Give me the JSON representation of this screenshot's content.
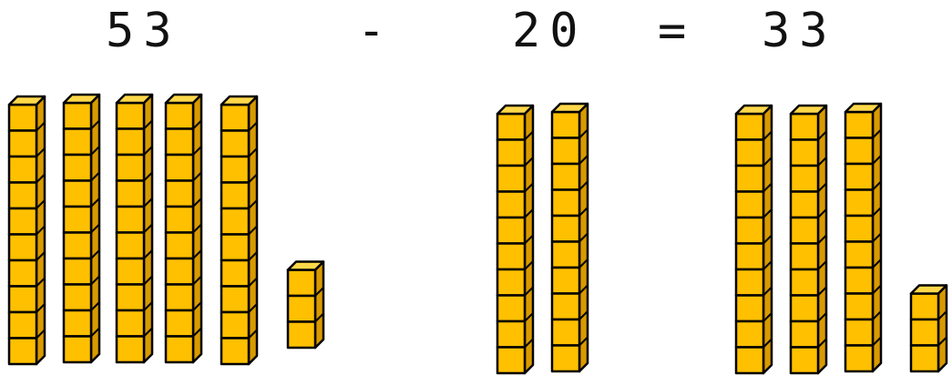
{
  "equation": {
    "minuend": "53",
    "minus": "-",
    "subtrahend": "20",
    "equals": "=",
    "difference": "33"
  },
  "block_groups": [
    {
      "label": "53",
      "tens": 5,
      "ones": 3
    },
    {
      "label": "20",
      "tens": 2,
      "ones": 0
    },
    {
      "label": "33",
      "tens": 3,
      "ones": 3
    }
  ],
  "colors": {
    "cube_front": "#FFC000",
    "cube_top": "#FFD84A",
    "cube_side": "#D99A00",
    "outline": "#000000"
  }
}
